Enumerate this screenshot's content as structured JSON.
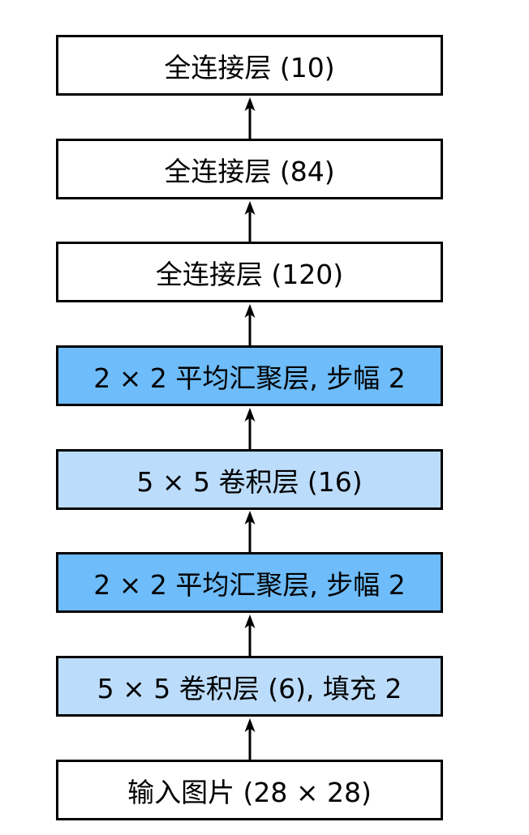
{
  "colors": {
    "border": "#000000",
    "arrow": "#000000",
    "fc_fill": "#ffffff",
    "input_fill": "#ffffff",
    "pool_fill": "#6ebcf9",
    "conv_fill": "#bbdcfa"
  },
  "layers": [
    {
      "id": "fc3",
      "label": "全连接层 (10)",
      "kind": "fc_fill"
    },
    {
      "id": "fc2",
      "label": "全连接层 (84)",
      "kind": "fc_fill"
    },
    {
      "id": "fc1",
      "label": "全连接层 (120)",
      "kind": "fc_fill"
    },
    {
      "id": "pool2",
      "label": "2 × 2 平均汇聚层, 步幅 2",
      "kind": "pool_fill"
    },
    {
      "id": "conv2",
      "label": "5 × 5 卷积层 (16)",
      "kind": "conv_fill"
    },
    {
      "id": "pool1",
      "label": "2 × 2 平均汇聚层, 步幅 2",
      "kind": "pool_fill"
    },
    {
      "id": "conv1",
      "label": "5 × 5 卷积层 (6), 填充 2",
      "kind": "conv_fill"
    },
    {
      "id": "input",
      "label": "输入图片 (28 × 28)",
      "kind": "input_fill"
    }
  ]
}
